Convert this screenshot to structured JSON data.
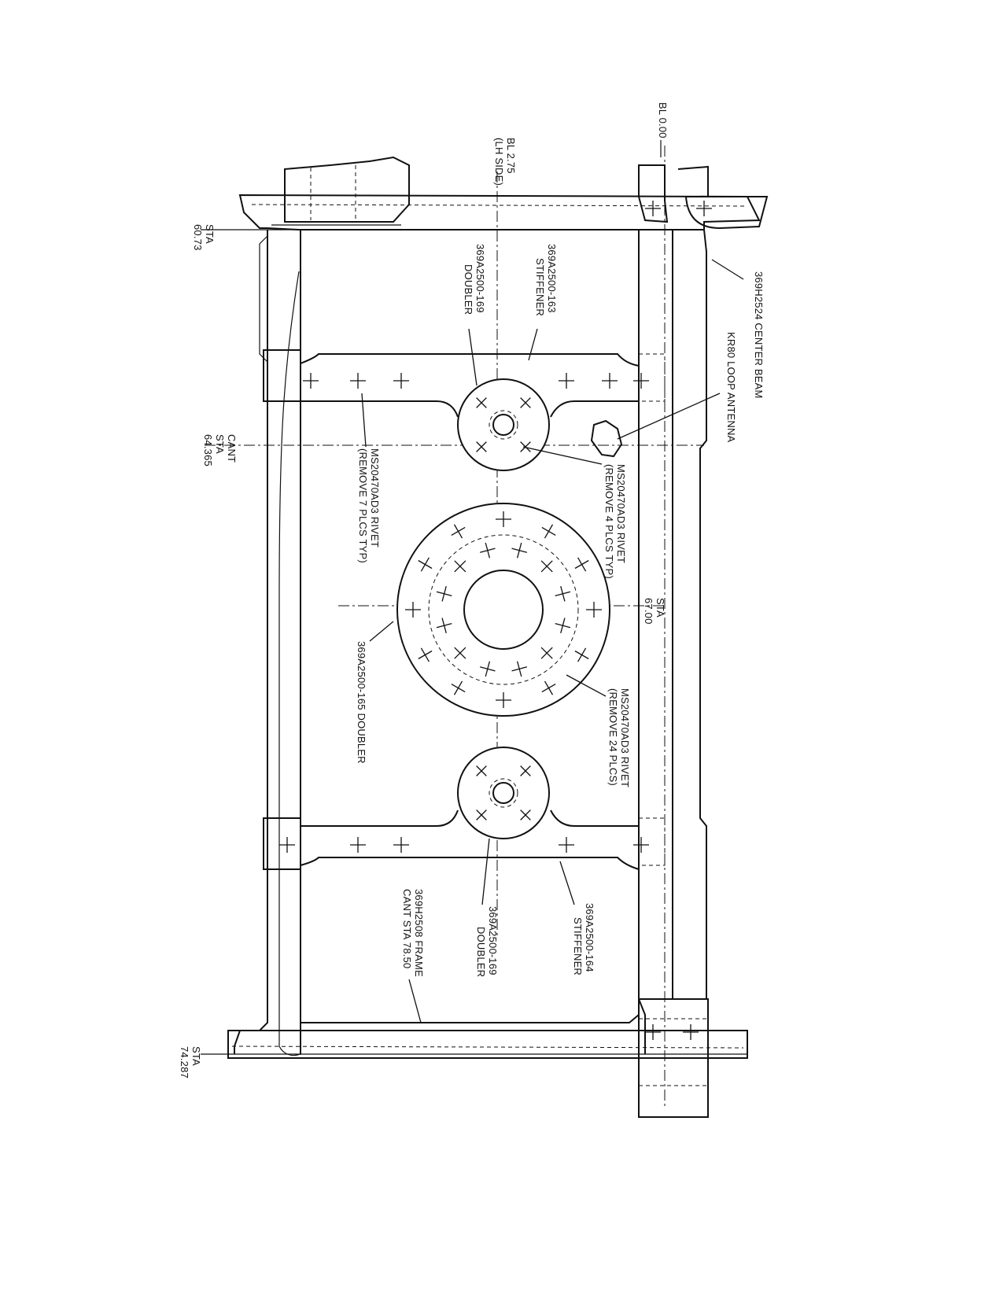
{
  "figure": {
    "kind": "engineering drawing, rotated 90 degrees",
    "station_labels": {
      "sta_60_73": [
        "STA",
        "60.73"
      ],
      "cant_sta_64_365": [
        "CANT",
        "STA",
        "64.365"
      ],
      "sta_67_00": [
        "STA",
        "67.00"
      ],
      "sta_74_287": [
        "STA",
        "74.287"
      ]
    },
    "butt_line_labels": {
      "bl_0_00": [
        "BL 0.00"
      ],
      "bl_2_75": [
        "BL 2.75",
        "(LH SIDE)"
      ]
    },
    "callouts": {
      "center_beam": [
        "369H2524 CENTER BEAM"
      ],
      "loop_antenna": [
        "KR80 LOOP ANTENNA"
      ],
      "stiffener_163": [
        "369A2500-163",
        "STIFFENER"
      ],
      "doubler_169_upper": [
        "369A2500-169",
        "DOUBLER"
      ],
      "rivet_7_plcs": [
        "MS20470AD3 RIVET",
        "(REMOVE 7 PLCS TYP)"
      ],
      "rivet_4_plcs": [
        "MS20470AD3 RIVET",
        "(REMOVE 4 PLCS TYP)"
      ],
      "doubler_165": [
        "369A2500-165 DOUBLER"
      ],
      "rivet_24_plcs": [
        "MS20470AD3 RIVET",
        "(REMOVE 24 PLCS)"
      ],
      "stiffener_164": [
        "369A2500-164",
        "STIFFENER"
      ],
      "doubler_169_lower": [
        "369A2500-169",
        "DOUBLER"
      ],
      "frame_78_50": [
        "369H2508 FRAME",
        "CANT STA 78.50"
      ]
    }
  }
}
